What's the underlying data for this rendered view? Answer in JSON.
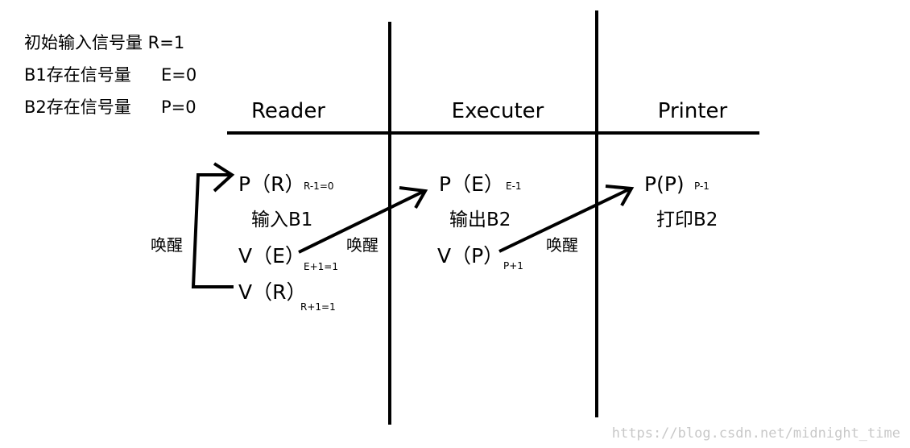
{
  "legend": {
    "line1": "初始输入信号量 R=1",
    "line2_label": "B1存在信号量",
    "line2_value": "E=0",
    "line3_label": "B2存在信号量",
    "line3_value": "P=0"
  },
  "columns": [
    "Reader",
    "Executer",
    "Printer"
  ],
  "reader": {
    "p_r": "P（R）",
    "p_r_sub": "R-1=0",
    "action": "输入B1",
    "v_e": "V（E）",
    "v_e_sub": "E+1=1",
    "v_r": "V（R）",
    "v_r_sub": "R+1=1",
    "wake_label": "唤醒"
  },
  "executer": {
    "p_e": "P（E）",
    "p_e_sub": "E-1",
    "action": "输出B2",
    "v_p": "V（P）",
    "v_p_sub": "P+1",
    "wake_label": "唤醒"
  },
  "printer": {
    "p_p": "P(P)",
    "p_p_sub": "P-1",
    "action": "打印B2",
    "wake_label": "唤醒"
  },
  "watermark": "https://blog.csdn.net/midnight_time"
}
